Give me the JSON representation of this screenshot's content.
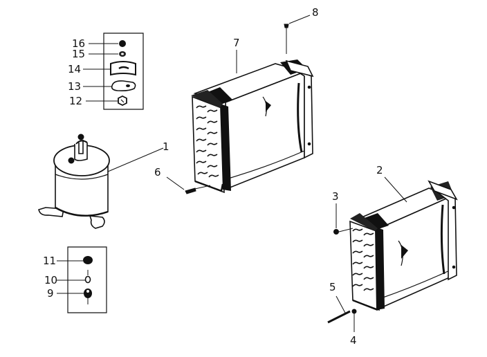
{
  "diagram": {
    "kind": "exploded parts diagram",
    "line_color": "#111111",
    "background": "#ffffff",
    "callouts": [
      "1",
      "2",
      "3",
      "4",
      "5",
      "6",
      "7",
      "8",
      "9",
      "10",
      "11",
      "12",
      "13",
      "14",
      "15",
      "16"
    ]
  }
}
